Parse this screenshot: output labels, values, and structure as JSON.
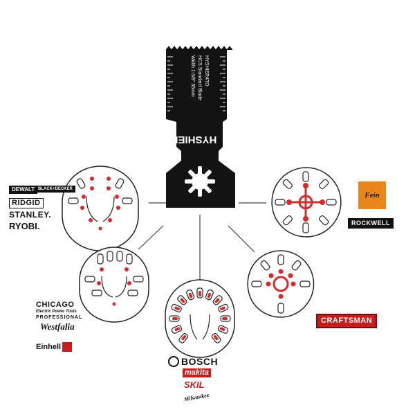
{
  "blade": {
    "brand": "HYSHIER",
    "spec_lines": [
      "HYSHIER4TO",
      "HCS Standard Blade",
      "Width 1-3/8\" 35mm"
    ]
  },
  "brands": {
    "group_top_left": [
      "DEWALT",
      "RIDGID",
      "STANLEY.",
      "RYOBI."
    ],
    "group_top_left_extra": "BLACK+DECKER",
    "group_right": [
      "Fein",
      "ROCKWELL"
    ],
    "group_bottom_left": [
      "CHICAGO",
      "Electric Power Tools",
      "PROFESSIONAL",
      "Westfalia",
      "Einhell"
    ],
    "group_bottom_right": [
      "CRAFTSMAN"
    ],
    "group_bottom_center": [
      "BOSCH",
      "makita",
      "SKIL",
      "Milwaukee"
    ]
  },
  "colors": {
    "black": "#111111",
    "red": "#d62b2b",
    "fein_orange": "#e8861a",
    "craftsman_red": "#c81d1d"
  }
}
